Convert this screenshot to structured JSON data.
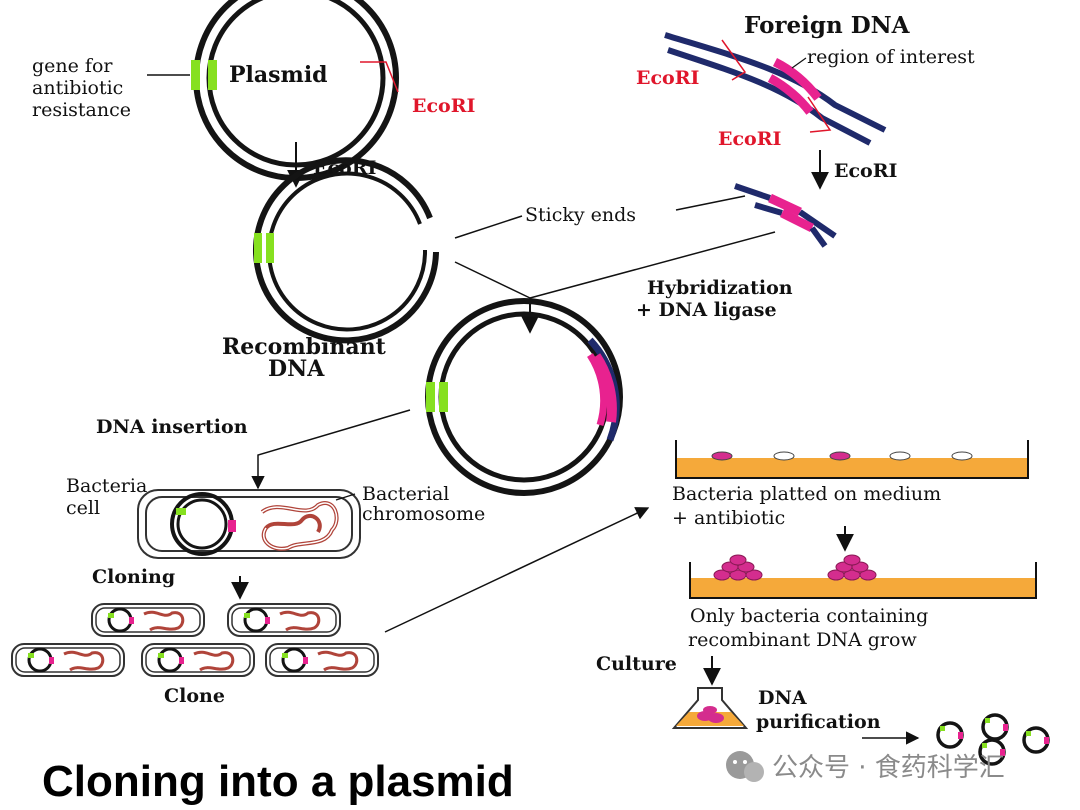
{
  "colors": {
    "strand": "#141414",
    "navy": "#1f2a6b",
    "insert": "#e8228f",
    "marker": "#86e020",
    "enzyme_label": "#e0162b",
    "chromosome": "#b0443a",
    "medium": "#f5a93a",
    "colony": "#d42d8e"
  },
  "labels": {
    "gene": [
      "gene for",
      "antibiotic",
      "resistance"
    ],
    "plasmid": "Plasmid",
    "ecori_plasmid": "EcoRI",
    "ecori_arrow_left": "EcoRI",
    "foreign_dna": "Foreign DNA",
    "region": "region of interest",
    "ecori_foreign_1": "EcoRI",
    "ecori_foreign_2": "EcoRI",
    "ecori_arrow_right": "EcoRI",
    "sticky_ends": "Sticky ends",
    "hybridization": [
      "Hybridization",
      "+ DNA ligase"
    ],
    "recombinant": [
      "Recombinant",
      "DNA"
    ],
    "dna_insertion": "DNA insertion",
    "bacteria_cell": [
      "Bacteria",
      "cell"
    ],
    "bacterial_chromosome": [
      "Bacterial",
      "chromosome"
    ],
    "cloning": "Cloning",
    "clone": "Clone",
    "platted": [
      "Bacteria platted on medium",
      "+ antibiotic"
    ],
    "only_grow": [
      "Only bacteria containing",
      "recombinant DNA grow"
    ],
    "culture": "Culture",
    "purification": [
      "DNA",
      "purification"
    ],
    "title": "Cloning into a plasmid",
    "watermark": "公众号 · 食药科学汇"
  }
}
